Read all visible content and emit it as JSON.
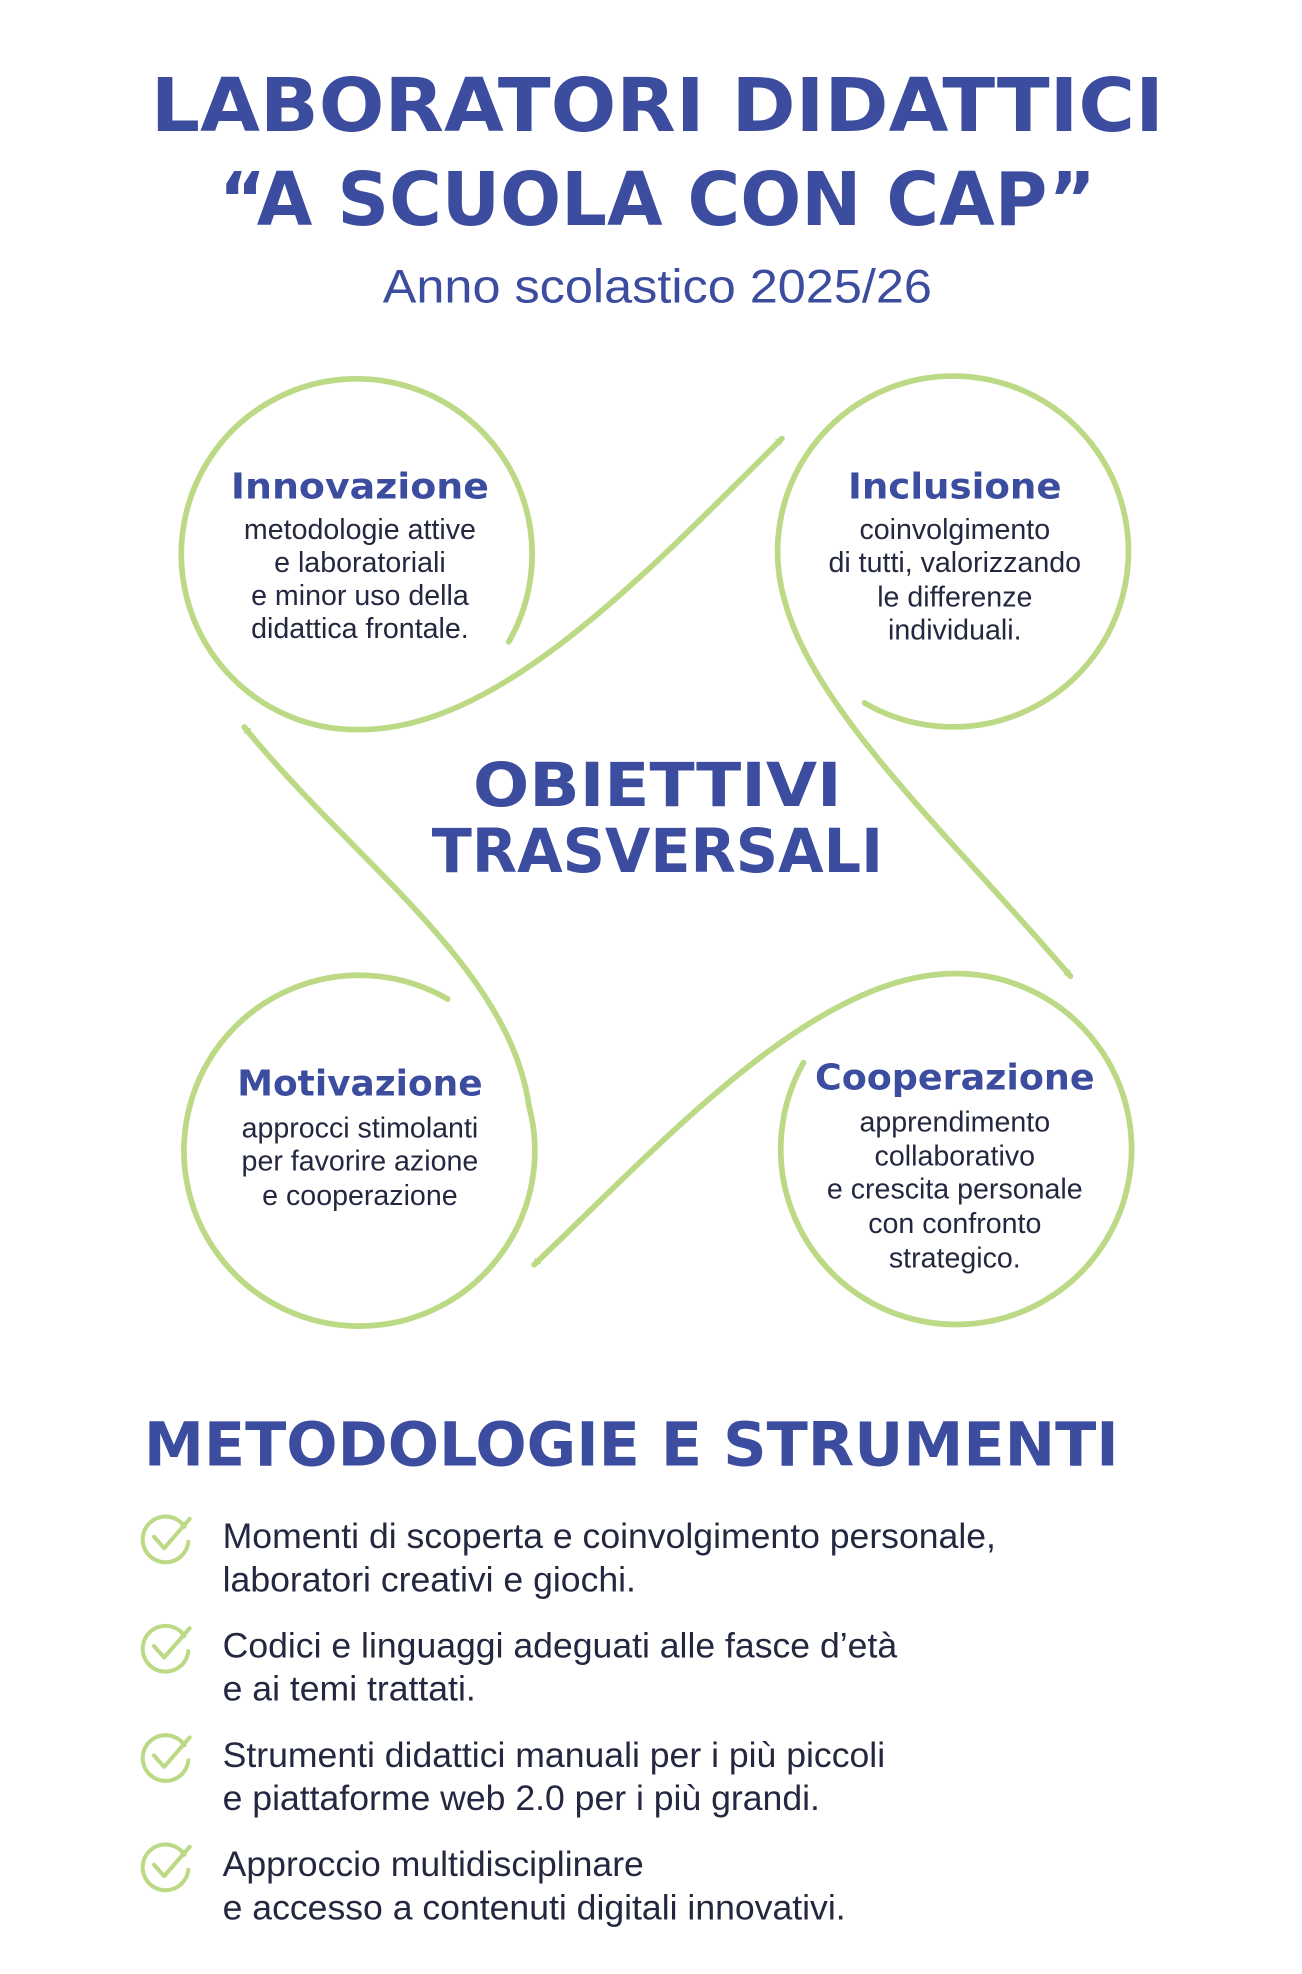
{
  "header": {
    "title_line1": "LABORATORI DIDATTICI",
    "title_line2": "“A SCUOLA CON CAP”",
    "subtitle": "Anno scolastico 2025/26"
  },
  "colors": {
    "primary": "#3c4c9e",
    "accent": "#bcd985",
    "text": "#23273f"
  },
  "center": {
    "line1": "OBIETTIVI",
    "line2": "TRASVERSALI"
  },
  "objectives": [
    {
      "title": "Innovazione",
      "lines": [
        "metodologie attive",
        "e laboratoriali",
        "e minor uso della",
        "didattica frontale."
      ]
    },
    {
      "title": "Inclusione",
      "lines": [
        "coinvolgimento",
        "di tutti, valorizzando",
        "le differenze",
        "individuali."
      ]
    },
    {
      "title": "Motivazione",
      "lines": [
        "approcci stimolanti",
        "per favorire azione",
        "e cooperazione"
      ]
    },
    {
      "title": "Cooperazione",
      "lines": [
        "apprendimento",
        "collaborativo",
        "e crescita personale",
        "con confronto",
        "strategico."
      ]
    }
  ],
  "methods": {
    "title": "METODOLOGIE E STRUMENTI",
    "icon": "check-circle-icon",
    "items": [
      {
        "lines": [
          "Momenti di scoperta e coinvolgimento personale,",
          "laboratori creativi e giochi."
        ]
      },
      {
        "lines": [
          "Codici e linguaggi adeguati alle fasce d’età",
          "e ai temi trattati."
        ]
      },
      {
        "lines": [
          "Strumenti didattici manuali per i più piccoli",
          "e piattaforme web 2.0 per i più grandi."
        ]
      },
      {
        "lines": [
          "Approccio multidisciplinare",
          "e accesso a contenuti digitali innovativi."
        ]
      }
    ]
  }
}
